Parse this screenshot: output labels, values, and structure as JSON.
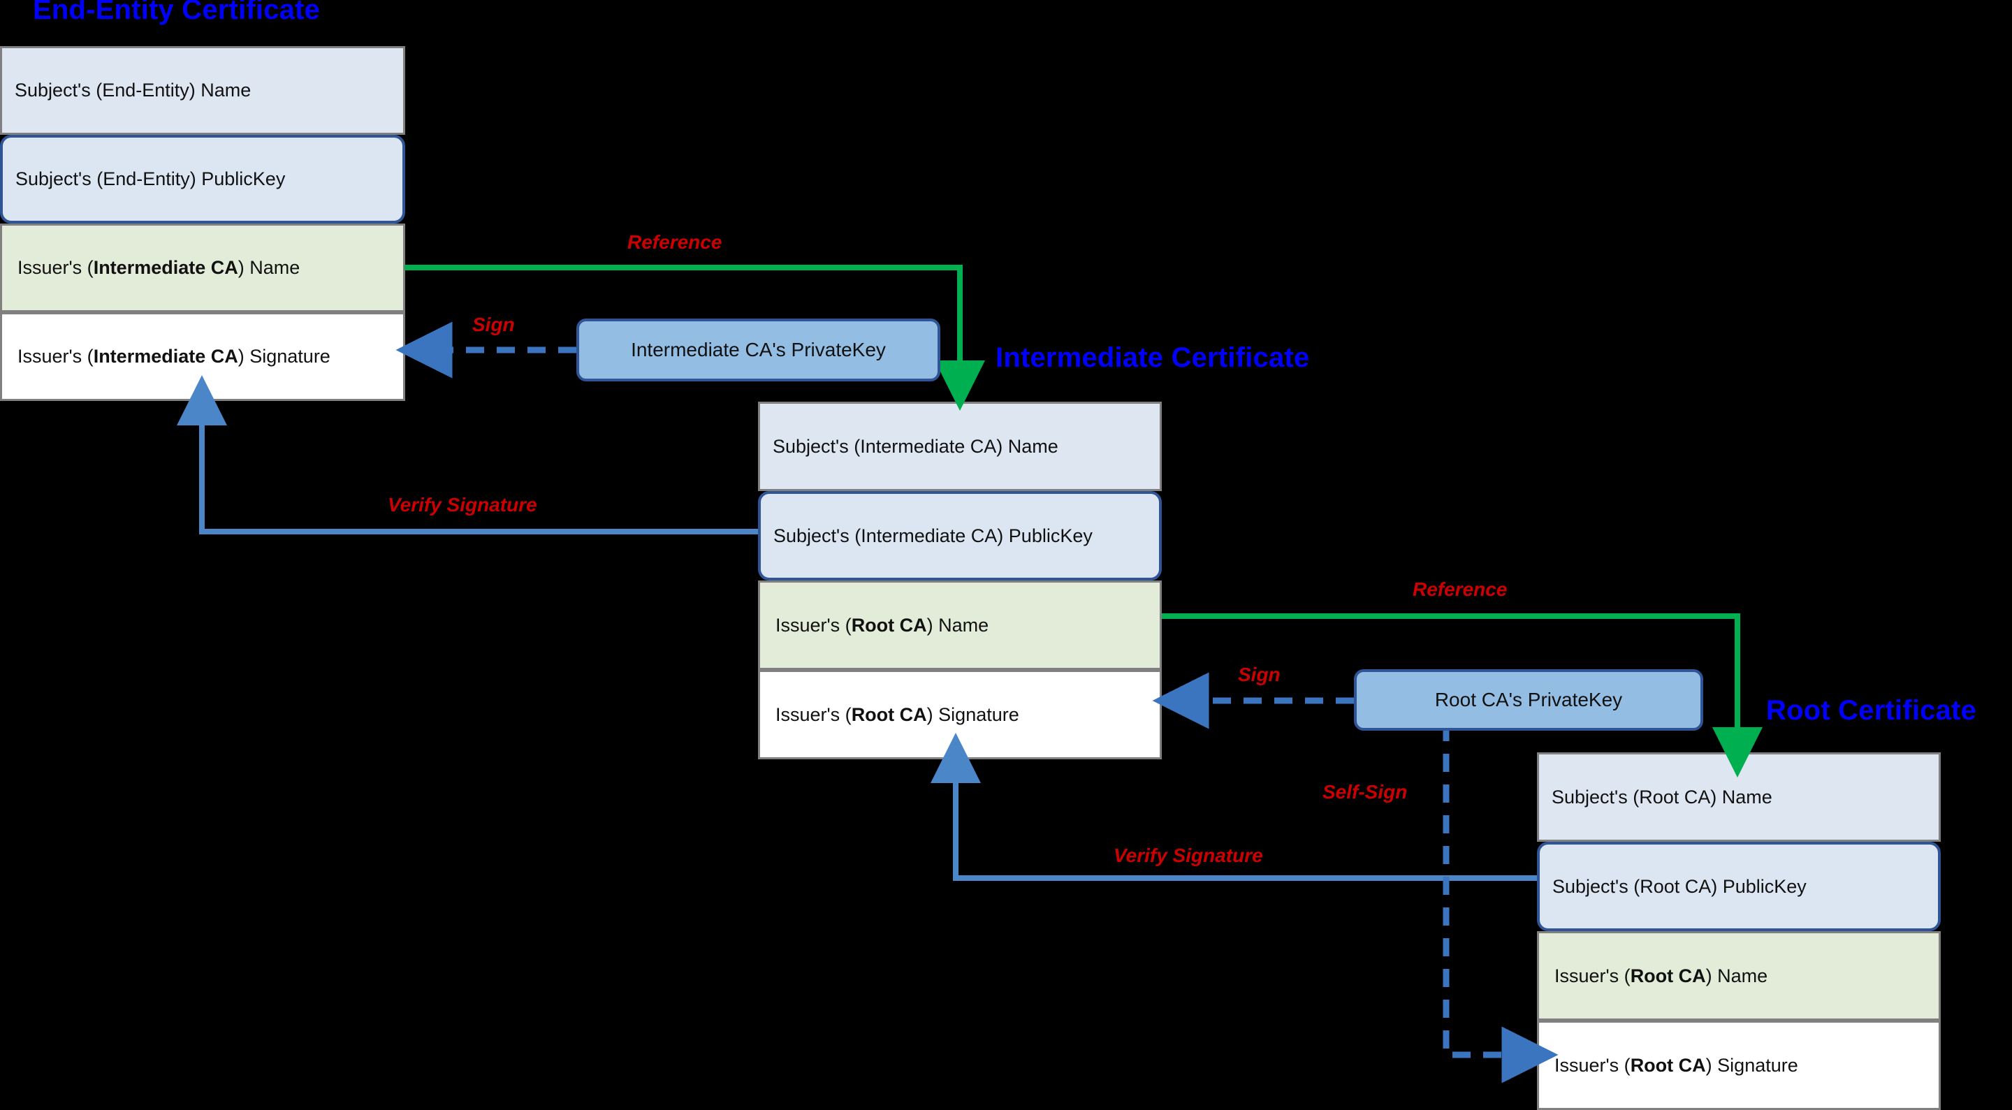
{
  "diagram": {
    "title_color": "#0000ff",
    "label_color": "#cc0000",
    "reference_arrow_color": "#00b050",
    "sign_arrow_color": "#3b75c0",
    "verify_arrow_color": "#4a86c8",
    "privatekey_fill": "#93bde3",
    "name_row_fill": "#dee6f2",
    "issuer_row_fill": "#e2ecd9",
    "signature_row_fill": "#ffffff"
  },
  "certificates": {
    "end_entity": {
      "title": "End-Entity Certificate",
      "rows": [
        {
          "label": "Subject's (End-Entity) Name",
          "type": "name"
        },
        {
          "label": "Subject's (End-Entity) PublicKey",
          "type": "pubkey"
        },
        {
          "label_pre": "Issuer's (",
          "label_bold": "Intermediate CA",
          "label_post": ") Name",
          "type": "issuer"
        },
        {
          "label_pre": "Issuer's (",
          "label_bold": "Intermediate CA",
          "label_post": ") Signature",
          "type": "sig"
        }
      ]
    },
    "intermediate": {
      "title": "Intermediate Certificate",
      "rows": [
        {
          "label": "Subject's (Intermediate CA) Name",
          "type": "name"
        },
        {
          "label": "Subject's (Intermediate CA) PublicKey",
          "type": "pubkey"
        },
        {
          "label_pre": "Issuer's (",
          "label_bold": "Root CA",
          "label_post": ") Name",
          "type": "issuer"
        },
        {
          "label_pre": "Issuer's (",
          "label_bold": "Root CA",
          "label_post": ") Signature",
          "type": "sig"
        }
      ]
    },
    "root": {
      "title": "Root Certificate",
      "rows": [
        {
          "label": "Subject's (Root CA) Name",
          "type": "name"
        },
        {
          "label": "Subject's (Root CA) PublicKey",
          "type": "pubkey"
        },
        {
          "label_pre": "Issuer's (",
          "label_bold": "Root CA",
          "label_post": ") Name",
          "type": "issuer"
        },
        {
          "label_pre": "Issuer's (",
          "label_bold": "Root CA",
          "label_post": ") Signature",
          "type": "sig"
        }
      ]
    }
  },
  "private_keys": {
    "intermediate": "Intermediate CA's PrivateKey",
    "root": "Root CA's PrivateKey"
  },
  "edge_labels": {
    "reference_top": "Reference",
    "sign_top": "Sign",
    "verify_top": "Verify Signature",
    "reference_bottom": "Reference",
    "sign_bottom": "Sign",
    "verify_bottom": "Verify Signature",
    "self_sign": "Self-Sign"
  }
}
